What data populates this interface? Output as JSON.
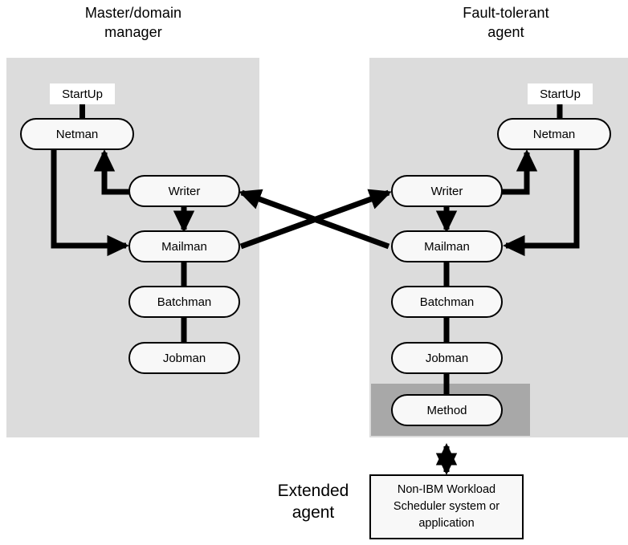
{
  "diagram": {
    "title_master": "Master/domain\nmanager",
    "title_fta": "Fault-tolerant\nagent",
    "label_extended": "Extended\nagent",
    "colors": {
      "panel_fill": "#dcdcdc",
      "extended_band_fill": "#a8a8a8",
      "node_fill": "#f8f8f8",
      "startup_fill": "#ffffff",
      "stroke": "#000000",
      "background": "#ffffff"
    }
  },
  "master_panel": {
    "startup": "StartUp",
    "netman": "Netman",
    "writer": "Writer",
    "mailman": "Mailman",
    "batchman": "Batchman",
    "jobman": "Jobman"
  },
  "fta_panel": {
    "startup": "StartUp",
    "netman": "Netman",
    "writer": "Writer",
    "mailman": "Mailman",
    "batchman": "Batchman",
    "jobman": "Jobman",
    "method": "Method"
  },
  "extended_agent": {
    "external_system": "Non-IBM Workload\nScheduler system or\napplication"
  }
}
